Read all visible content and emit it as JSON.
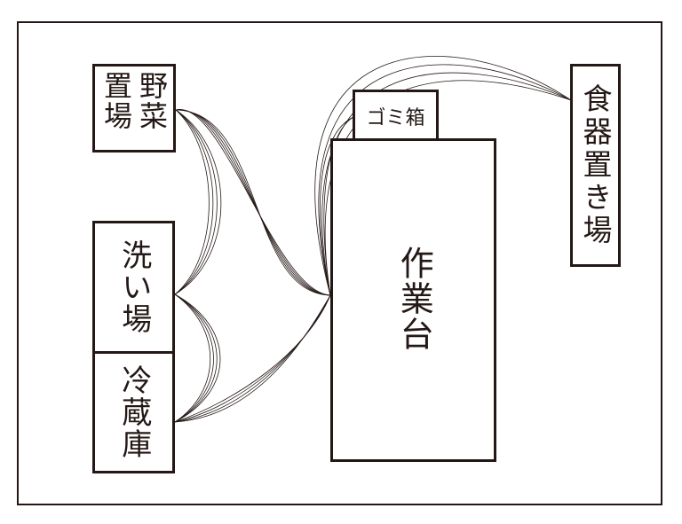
{
  "title": "作業動線図",
  "areas": {
    "vegetables": "野菜置場",
    "washing": "洗い場",
    "fridge": "冷蔵庫",
    "trash": "ゴミ箱",
    "worktable": "作業台",
    "dishes": "食器置き場"
  },
  "connections": [
    {
      "from": "vegetables",
      "to": "washing",
      "count": 4
    },
    {
      "from": "washing",
      "to": "fridge",
      "count": 4
    },
    {
      "from": "vegetables",
      "to": "worktable",
      "count": 5
    },
    {
      "from": "fridge",
      "to": "worktable",
      "count": 4
    },
    {
      "from": "worktable",
      "to": "dishes",
      "count": 4
    },
    {
      "from": "worktable",
      "to": "trash",
      "count": 2
    }
  ],
  "colors": {
    "line": "#231815",
    "background": "#ffffff"
  }
}
